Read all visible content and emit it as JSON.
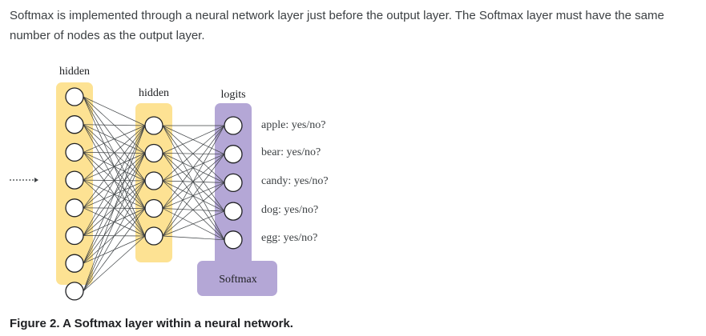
{
  "intro_text": "Softmax is implemented through a neural network layer just before the output layer. The Softmax layer must have the same number of nodes as the output layer.",
  "diagram": {
    "layer1_label": "hidden",
    "layer2_label": "hidden",
    "layer3_label": "logits",
    "softmax_label": "Softmax",
    "outputs": [
      "apple: yes/no?",
      "bear: yes/no?",
      "candy: yes/no?",
      "dog: yes/no?",
      "egg: yes/no?"
    ],
    "layer1_nodes": 8,
    "layer2_nodes": 5,
    "layer3_nodes": 5,
    "colors": {
      "hidden": "#fde293",
      "softmax": "#b4a7d6",
      "node_stroke": "#202124",
      "edge": "#3c4043"
    }
  },
  "caption": "Figure 2. A Softmax layer within a neural network."
}
